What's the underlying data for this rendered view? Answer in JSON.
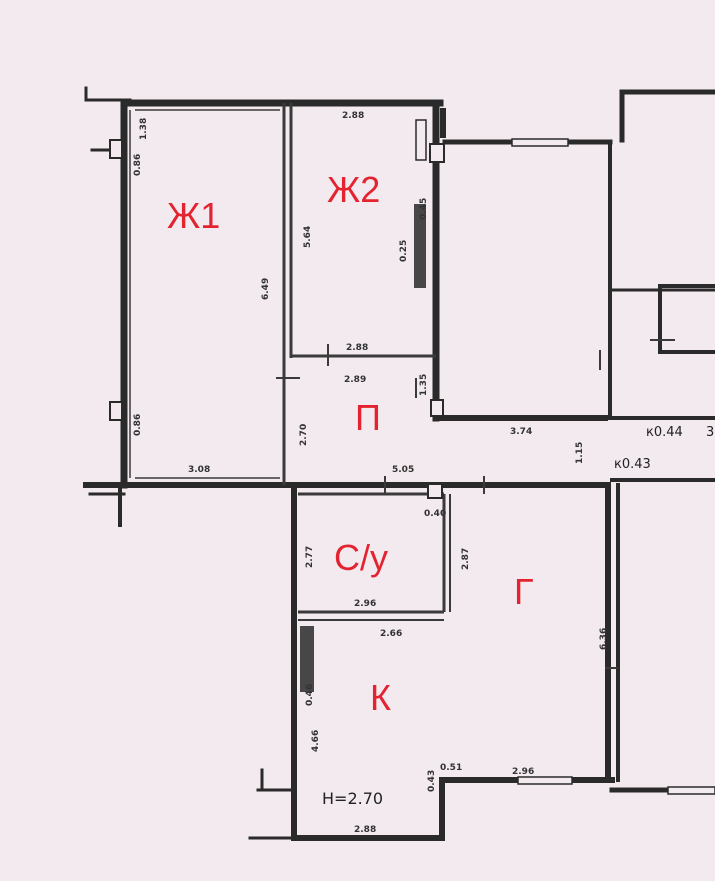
{
  "rooms": {
    "zh1": "Ж1",
    "zh2": "Ж2",
    "p": "П",
    "su": "С/у",
    "g": "Г",
    "k": "К"
  },
  "ceiling_height": "H=2.70",
  "dimensions": {
    "zh1_width": "3.08",
    "zh1_length": "6.49",
    "zh1_window_left_top": "0.86",
    "zh1_window_left_bottom": "0.86",
    "zh2_top": "2.88",
    "zh2_bottom": "2.88",
    "zh2_left": "5.64",
    "zh2_right": "0.45",
    "zh2_right_small": "0.25",
    "p_top": "2.89",
    "p_side": "2.70",
    "p_right": "1.35",
    "p_long": "3.74",
    "p_bottom": "5.05",
    "p_end": "1.15",
    "su_left": "2.77",
    "su_right": "2.87",
    "su_bottom": "2.96",
    "su_small": "0.40",
    "k_top": "2.66",
    "k_left": "4.66",
    "k_bottom": "2.88",
    "k_small": "0.46",
    "g_right": "6.36",
    "g_bottom": "2.96",
    "g_small_a": "0.51",
    "g_small_b": "0.43",
    "corner_a": "к0.44",
    "corner_b": "к0.43",
    "corner_a_suffix": "3",
    "top_small": "1.38"
  }
}
